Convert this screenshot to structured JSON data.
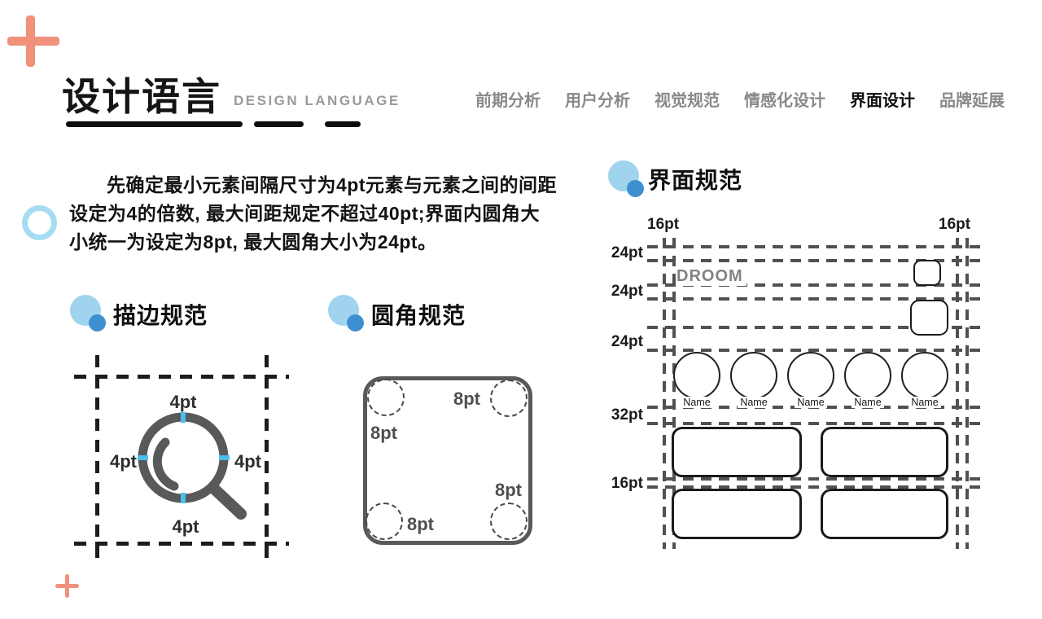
{
  "header": {
    "title_cn": "设计语言",
    "title_en": "DESIGN LANGUAGE",
    "nav_items": [
      {
        "label": "前期分析",
        "active": false
      },
      {
        "label": "用户分析",
        "active": false
      },
      {
        "label": "视觉规范",
        "active": false
      },
      {
        "label": "情感化设计",
        "active": false
      },
      {
        "label": "界面设计",
        "active": true
      },
      {
        "label": "品牌延展",
        "active": false
      }
    ]
  },
  "intro_paragraph": "先确定最小元素间隔尺寸为4pt元素与元素之间的间距设定为4的倍数, 最大间距规定不超过40pt;界面内圆角大小统一为设定为8pt, 最大圆角大小为24pt。",
  "stroke_section": {
    "title": "描边规范",
    "tick_top": "4pt",
    "tick_left": "4pt",
    "tick_right": "4pt",
    "tick_bottom": "4pt"
  },
  "corner_section": {
    "title": "圆角规范",
    "corner_top_left": "8pt",
    "corner_top_right": "8pt",
    "corner_bottom_left": "8pt",
    "corner_bottom_right": "8pt"
  },
  "interface_section": {
    "title": "界面规范",
    "logo_text": "DROOM",
    "margin_top_left": "16pt",
    "margin_top_right": "16pt",
    "spacing_labels": [
      "24pt",
      "24pt",
      "24pt",
      "32pt",
      "16pt"
    ],
    "avatar_label": "Name"
  },
  "colors": {
    "accent_salmon": "#F0917C",
    "accent_blue_light": "#9FD3EE",
    "accent_blue_dark": "#3E8FD0",
    "tick_blue": "#4DBDEB",
    "icon_gray": "#58595B",
    "dash_gray": "#4F5153"
  }
}
